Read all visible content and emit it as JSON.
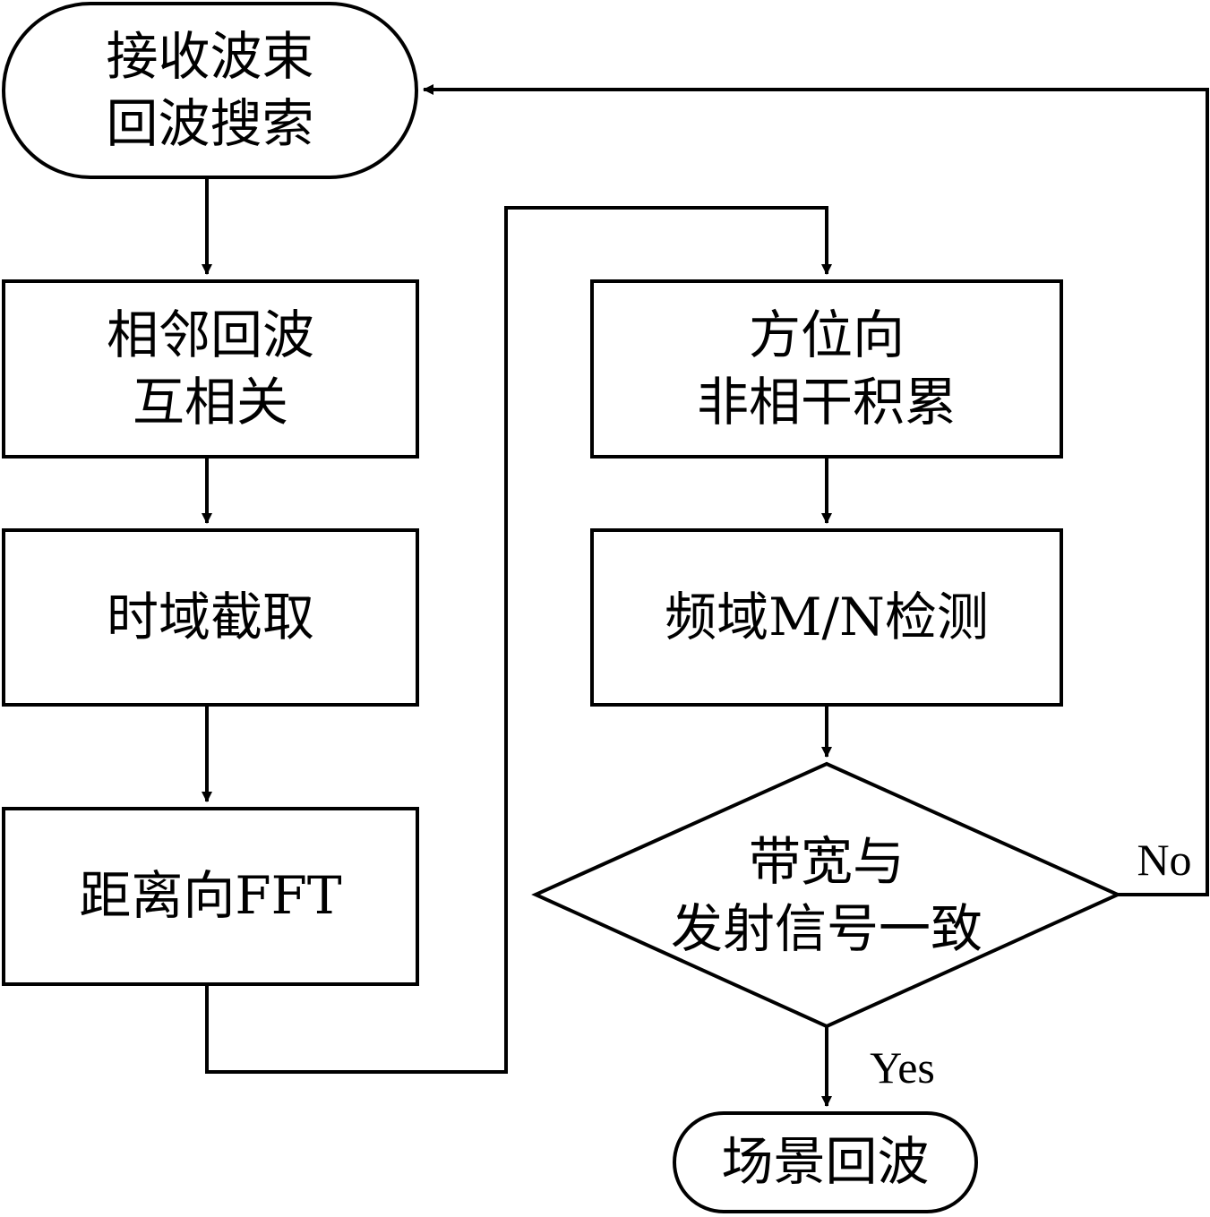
{
  "diagram": {
    "nodes": {
      "start": {
        "line1": "接收波束",
        "line2": "回波搜索"
      },
      "correlate": {
        "line1": "相邻回波",
        "line2": "互相关"
      },
      "truncate": {
        "line1": "时域截取"
      },
      "range_fft": {
        "line1": "距离向FFT"
      },
      "azimuth": {
        "line1": "方位向",
        "line2": "非相干积累"
      },
      "detect": {
        "line1": "频域M/N检测"
      },
      "decision": {
        "line1": "带宽与",
        "line2": "发射信号一致"
      },
      "end": {
        "line1": "场景回波"
      }
    },
    "edges": {
      "no_label": "No",
      "yes_label": "Yes"
    },
    "colors": {
      "stroke": "#000000",
      "fill": "#ffffff",
      "text": "#000000"
    }
  }
}
